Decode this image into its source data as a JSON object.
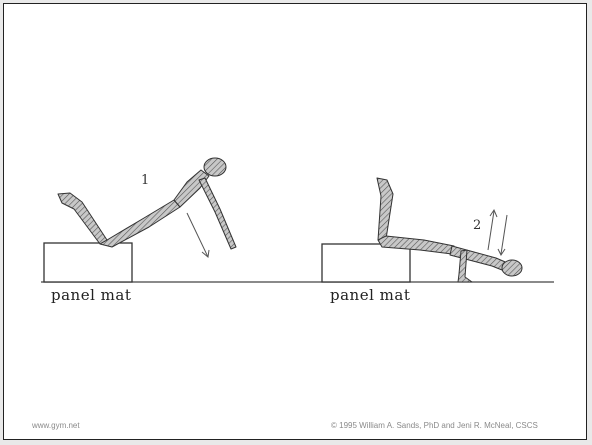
{
  "figure": {
    "left_box_label": "panel mat",
    "right_box_label": "panel mat",
    "step_1": "1",
    "step_2": "2"
  },
  "footer": {
    "website": "www.gym.net",
    "copyright": "© 1995 William A. Sands, PhD and Jeni R. McNeal, CSCS"
  },
  "colors": {
    "line": "#333333",
    "figure_fill": "#9a9a9a",
    "footer_text": "#8a8a8a",
    "slide_border": "#222222"
  }
}
